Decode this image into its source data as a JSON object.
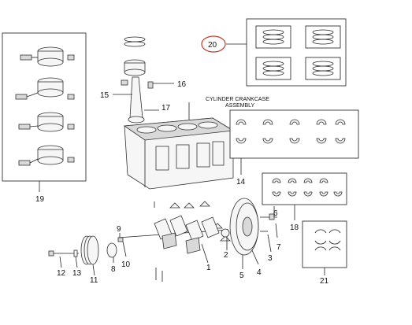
{
  "assembly_label_line1": "CYLINDER CRANKCASE",
  "assembly_label_line2": "ASSEMBLY",
  "callouts": {
    "c1": "1",
    "c2": "2",
    "c3": "3",
    "c4": "4",
    "c5": "5",
    "c6": "6",
    "c7": "7",
    "c8": "8",
    "c9": "9",
    "c10": "10",
    "c11": "11",
    "c12": "12",
    "c13": "13",
    "c14": "14",
    "c15": "15",
    "c16": "16",
    "c17": "17",
    "c18": "18",
    "c19": "19",
    "c20": "20",
    "c21": "21"
  },
  "highlight_color": "#c0392b"
}
